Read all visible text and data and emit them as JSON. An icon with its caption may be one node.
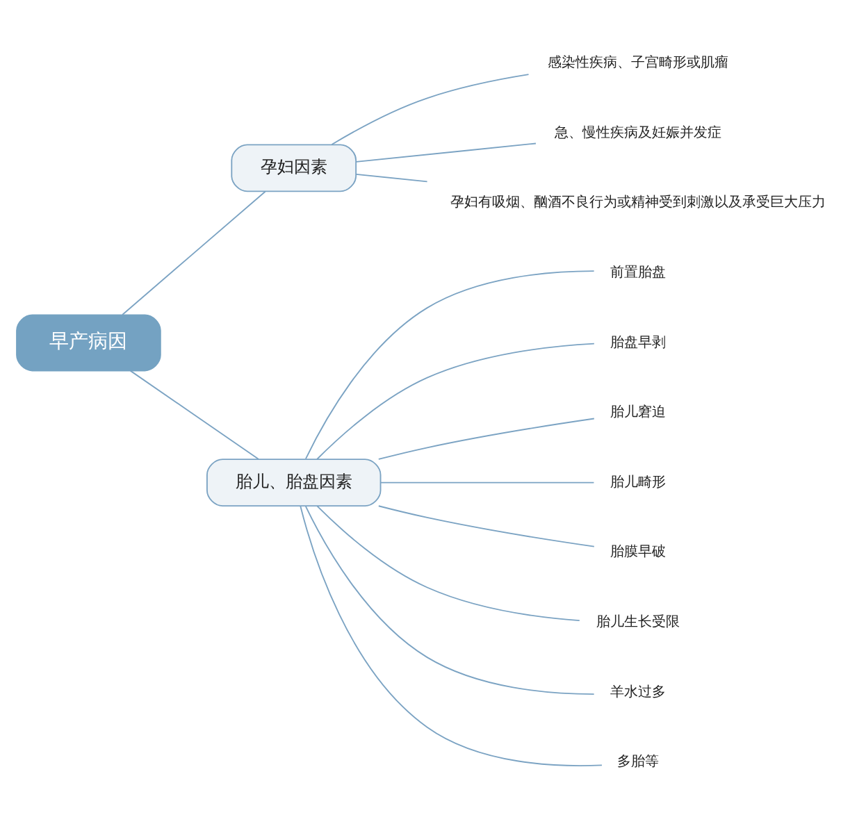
{
  "diagram": {
    "nodes": [
      {
        "text": [
          "早产病因"
        ]
      },
      {
        "text": [
          "孕妇因素"
        ]
      },
      {
        "text": [
          "感染性疾病、子宫畸形或肌瘤"
        ]
      },
      {
        "text": [
          "急、慢性疾病及妊娠并发症"
        ]
      },
      {
        "text": [
          "孕妇有吸烟、酗酒不良行为或精神受到刺激以及承受巨大压力"
        ]
      },
      {
        "text": [
          "胎儿、胎盘因素"
        ]
      },
      {
        "text": [
          "前置胎盘"
        ]
      },
      {
        "text": [
          "胎盘早剥"
        ]
      },
      {
        "text": [
          "胎儿窘迫"
        ]
      },
      {
        "text": [
          "胎儿畸形"
        ]
      },
      {
        "text": [
          "胎膜早破"
        ]
      },
      {
        "text": [
          "胎儿生长受限"
        ]
      },
      {
        "text": [
          "羊水过多"
        ]
      },
      {
        "text": [
          "多胎等"
        ]
      }
    ],
    "edges": [
      {
        "from": 0,
        "to": 1,
        "arrow": "none"
      },
      {
        "from": 1,
        "to": 2,
        "arrow": "none"
      },
      {
        "from": 1,
        "to": 3,
        "arrow": "none"
      },
      {
        "from": 1,
        "to": 4,
        "arrow": "none"
      },
      {
        "from": 0,
        "to": 5,
        "arrow": "none"
      },
      {
        "from": 5,
        "to": 6,
        "arrow": "none"
      },
      {
        "from": 5,
        "to": 7,
        "arrow": "none"
      },
      {
        "from": 5,
        "to": 8,
        "arrow": "none"
      },
      {
        "from": 5,
        "to": 9,
        "arrow": "none"
      },
      {
        "from": 5,
        "to": 10,
        "arrow": "none"
      },
      {
        "from": 5,
        "to": 11,
        "arrow": "none"
      },
      {
        "from": 5,
        "to": 12,
        "arrow": "none"
      },
      {
        "from": 5,
        "to": 13,
        "arrow": "none"
      }
    ]
  }
}
